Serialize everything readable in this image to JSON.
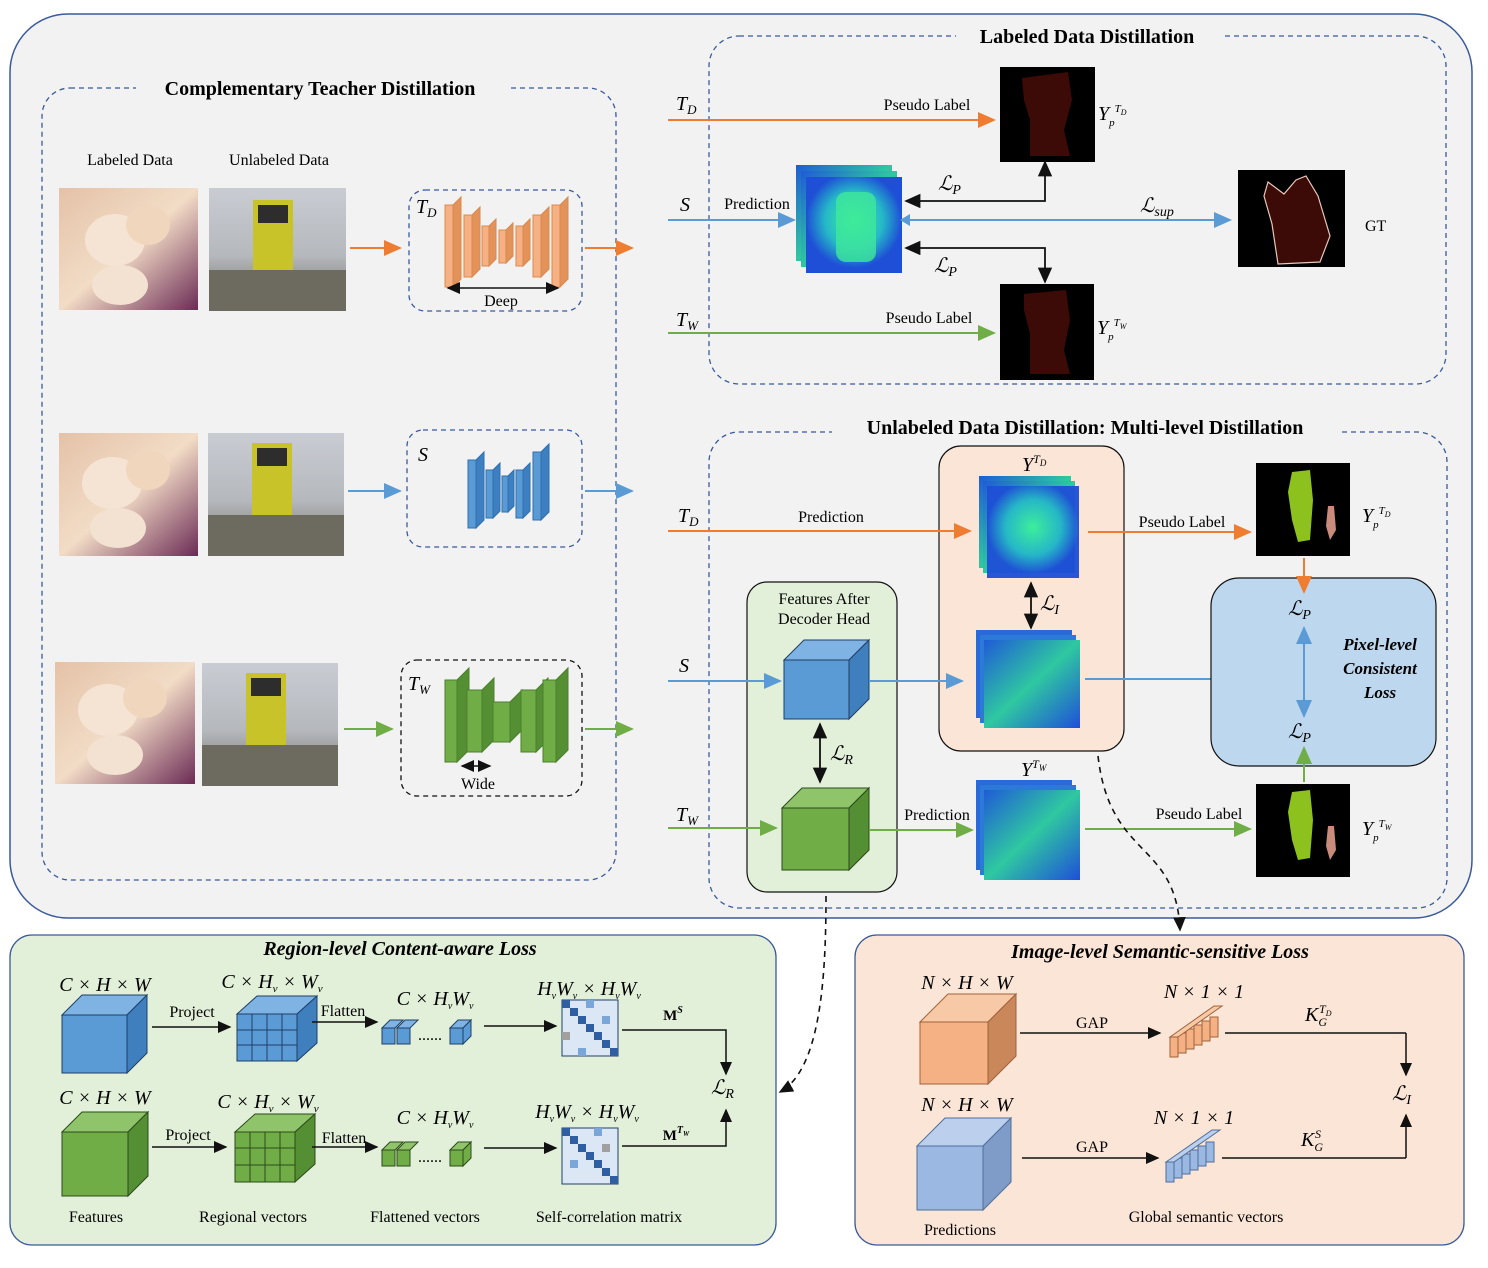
{
  "sections": {
    "ctd_title": "Complementary Teacher Distillation",
    "ldd_title": "Labeled Data Distillation",
    "udd_title": "Unlabeled Data Distillation: Multi-level Distillation",
    "region_title": "Region-level Content-aware Loss",
    "image_title": "Image-level Semantic-sensitive Loss"
  },
  "ctd": {
    "labeled_data": "Labeled Data",
    "unlabeled_data": "Unlabeled Data",
    "deep": "Deep",
    "wide": "Wide"
  },
  "symbols": {
    "TD": "T",
    "TD_sub": "D",
    "S": "S",
    "TW": "T",
    "TW_sub": "W",
    "LP": "ℒ",
    "LP_sub": "P",
    "LI_sub": "I",
    "LR_sub": "R",
    "Lsup_sub": "sup",
    "Y": "Y",
    "Yp_sub": "p",
    "TD_sup": "T",
    "TD_sup_sub": "D",
    "TW_sup": "T",
    "TW_sup_sub": "W"
  },
  "labels": {
    "pseudo_label": "Pseudo Label",
    "prediction": "Prediction",
    "gt": "GT",
    "features_after_decoder": "Features After",
    "decoder_head": "Decoder Head",
    "pixel_loss_line1": "Pixel-level",
    "pixel_loss_line2": "Consistent",
    "pixel_loss_line3": "Loss"
  },
  "region": {
    "dim1": "C × H × W",
    "dim2": "C × H",
    "dim2_sub": "v",
    "dim2b": " × W",
    "dim3": "C × H",
    "dim3b": "W",
    "dim4": "H",
    "dim4b": "W",
    "dim4c": " × H",
    "dim4d": "W",
    "project": "Project",
    "flatten": "Flatten",
    "ms": "M",
    "ms_sup": "S",
    "mtw_sup": "T",
    "mtw_sup_sub": "W",
    "features": "Features",
    "regional_vectors": "Regional vectors",
    "flattened_vectors": "Flattened vectors",
    "self_corr": "Self-correlation matrix"
  },
  "image": {
    "dim1": "N × H × W",
    "dim2": "N × 1 × 1",
    "gap": "GAP",
    "kg": "K",
    "kg_sub": "G",
    "kg_sup_s": "S",
    "predictions": "Predictions",
    "global_vectors": "Global semantic vectors"
  },
  "colors": {
    "orange": "#ee7d31",
    "blue": "#5b9bd5",
    "green": "#70ad47",
    "panel_gray": "#f2f2f2",
    "green_panel": "#e2efd9",
    "orange_panel": "#fbe5d6",
    "blue_panel": "#bdd7ee"
  }
}
